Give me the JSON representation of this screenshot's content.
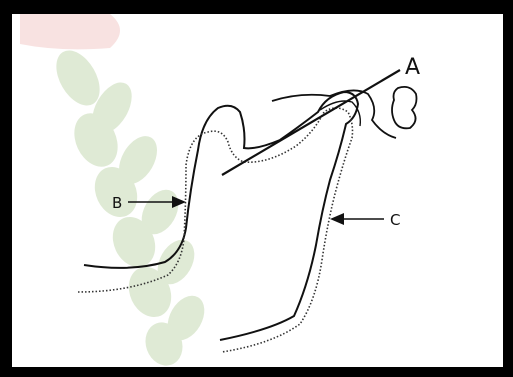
{
  "diagram": {
    "labels": {
      "a": "A",
      "b": "B",
      "c": "C"
    },
    "colors": {
      "background": "#000000",
      "panel": "#ffffff",
      "ink": "#111111",
      "watermark_green": "#8fb56a",
      "watermark_red": "#d9534f"
    }
  }
}
